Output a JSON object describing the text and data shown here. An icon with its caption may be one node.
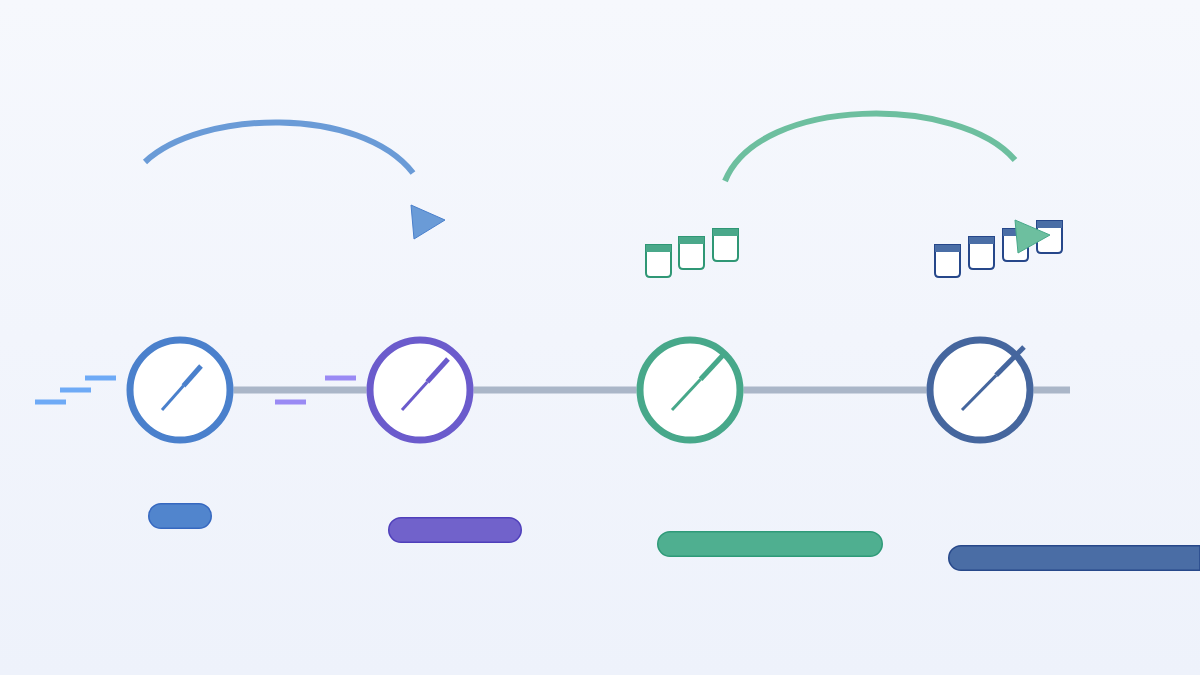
{
  "diagram": {
    "nodes": [
      {
        "text": [],
        "shape": "circle"
      },
      {
        "text": [],
        "shape": "circle"
      },
      {
        "text": [],
        "shape": "circle"
      },
      {
        "text": [],
        "shape": "circle"
      },
      {
        "text": [],
        "shape": "bar"
      },
      {
        "text": [],
        "shape": "bar"
      },
      {
        "text": [],
        "shape": "bar"
      },
      {
        "text": [],
        "shape": "bar"
      }
    ],
    "edges": [
      {
        "from": 0,
        "to": 1,
        "arrow": "none"
      },
      {
        "from": 1,
        "to": 2,
        "arrow": "none"
      },
      {
        "from": 2,
        "to": 3,
        "arrow": "none"
      },
      {
        "from": 3,
        "to": null,
        "arrow": "none"
      }
    ]
  }
}
